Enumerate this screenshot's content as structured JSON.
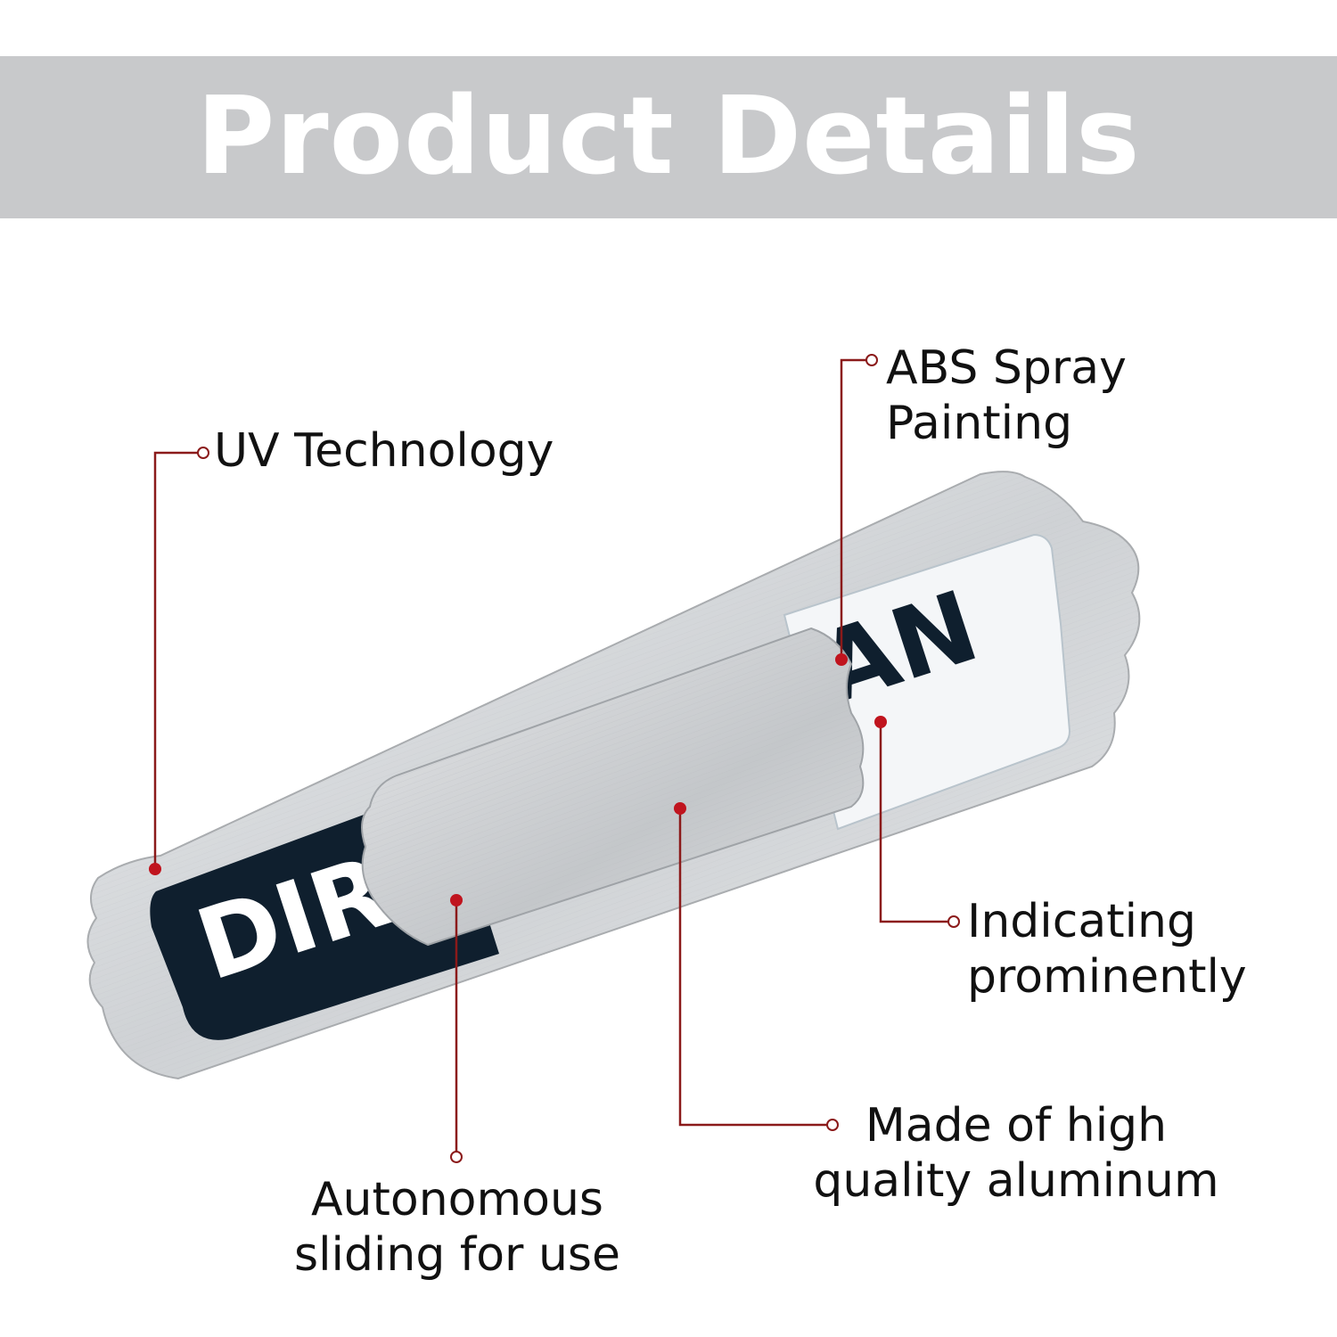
{
  "header": {
    "title": "Product Details"
  },
  "product": {
    "left_text": "DIR",
    "right_text": "AN"
  },
  "callouts": {
    "uv": {
      "line1": "UV Technology"
    },
    "abs": {
      "line1": "ABS Spray",
      "line2": "Painting"
    },
    "indicating": {
      "line1": "Indicating",
      "line2": "prominently"
    },
    "made": {
      "line1": "Made of high",
      "line2": "quality aluminum"
    },
    "autonomous": {
      "line1": "Autonomous",
      "line2": "sliding for use"
    }
  },
  "colors": {
    "header_band": "#c8c9cb",
    "callout_line": "#8b1a1a",
    "panel_dark": "#0f1f2e",
    "aluminum": "#d4d6d8"
  }
}
